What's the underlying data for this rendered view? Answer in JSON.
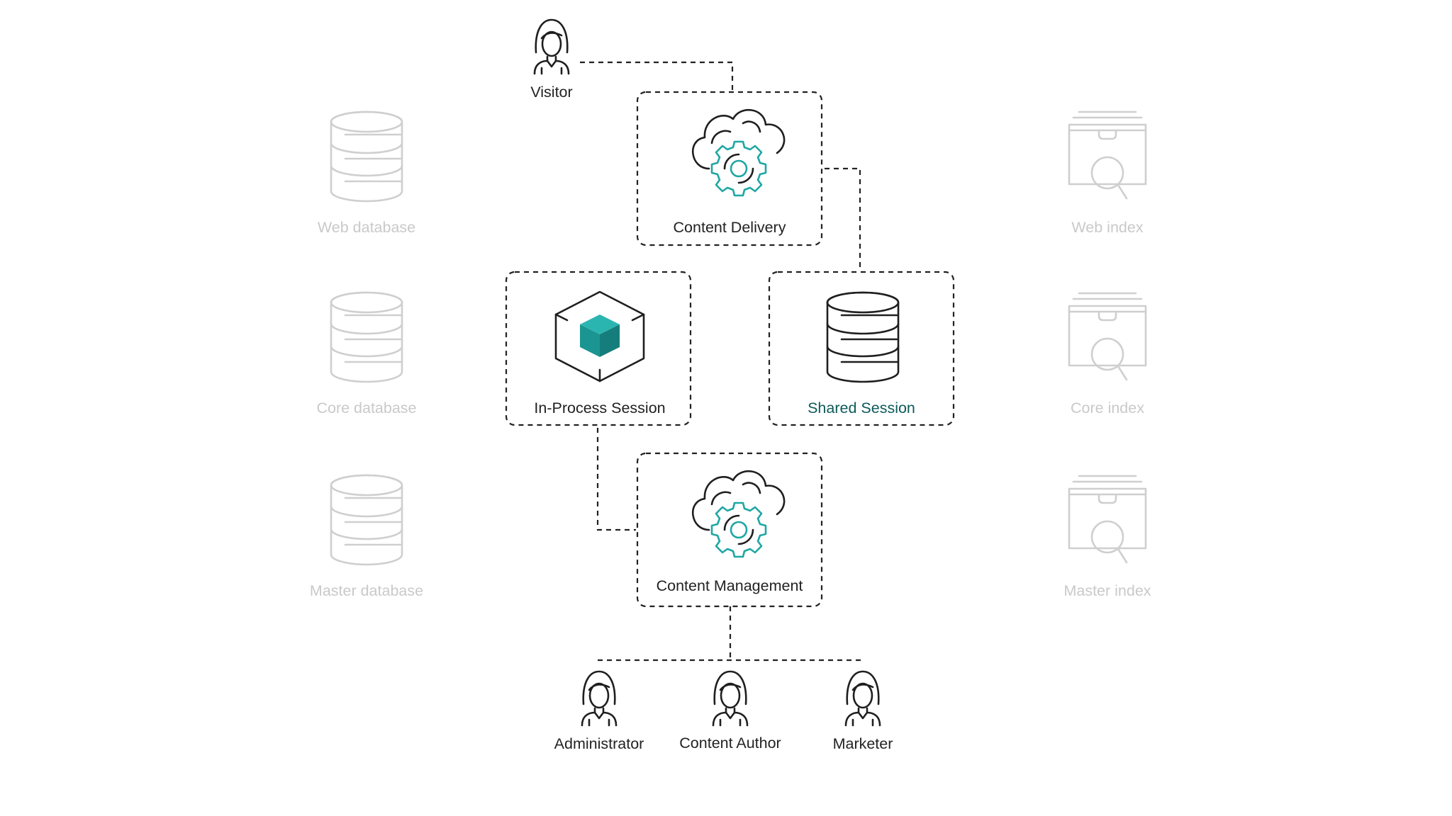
{
  "nodes": {
    "visitor": "Visitor",
    "content_delivery": "Content Delivery",
    "in_process_session": "In-Process Session",
    "shared_session": "Shared Session",
    "content_management": "Content Management",
    "administrator": "Administrator",
    "content_author": "Content Author",
    "marketer": "Marketer"
  },
  "faded_nodes": {
    "web_database": "Web database",
    "core_database": "Core database",
    "master_database": "Master database",
    "web_index": "Web index",
    "core_index": "Core index",
    "master_index": "Master index"
  },
  "colors": {
    "accent": "#1fa7a4",
    "accent_text": "#0d5a5a",
    "line": "#222222",
    "faded": "#cfcfcf"
  },
  "icons": {
    "user": "user-icon",
    "cloud_gear": "cloud-gear-icon",
    "cube": "cube-icon",
    "database": "database-icon",
    "search_index": "search-index-icon"
  }
}
